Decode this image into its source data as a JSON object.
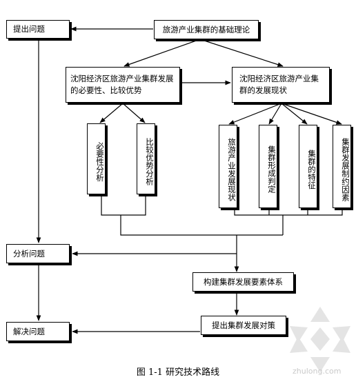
{
  "nodes": {
    "raise_problem": "提出问题",
    "theory": "旅游产业集群的基础理论",
    "necessity": "沈阳经济区旅游产业集群发展的必要性、比较优势",
    "status": "沈阳经济区旅游产业集群的发展现状",
    "necessity_items": [
      "必要性分析",
      "比较优势分析"
    ],
    "status_items": [
      "旅游产业发展现状",
      "集群形成判定",
      "集群的特征",
      "集群发展制约因素"
    ],
    "analyze_problem": "分析问题",
    "build_system": "构建集群发展要素体系",
    "countermeasures": "提出集群发展对策",
    "solve_problem": "解决问题"
  },
  "caption": "图 1-1  研究技术路线",
  "watermark": "zhulong.com"
}
